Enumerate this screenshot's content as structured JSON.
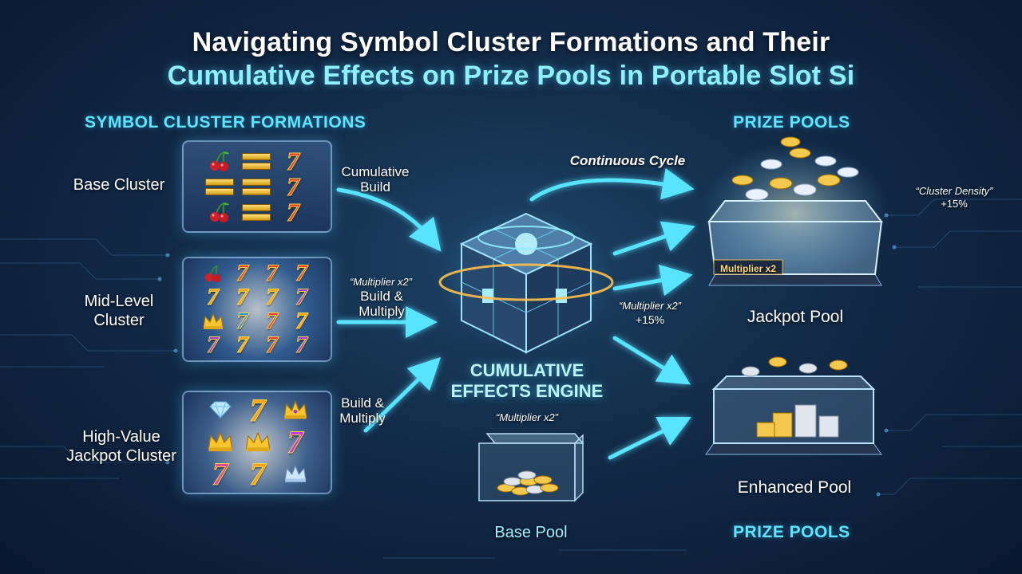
{
  "title": {
    "line1": "Navigating Symbol Cluster Formations and Their",
    "line2": "Cumulative Effects on Prize Pools in Portable Slot Si"
  },
  "left": {
    "heading": "SYMBOL CLUSTER FORMATIONS",
    "clusters": [
      {
        "label": "Base Cluster"
      },
      {
        "label_line1": "Mid-Level",
        "label_line2": "Cluster"
      },
      {
        "label_line1": "High-Value",
        "label_line2": "Jackpot Cluster"
      }
    ]
  },
  "arrows": {
    "cumulative_line1": "Cumulative",
    "cumulative_line2": "Build",
    "multiplier_quote": "“Multiplier x2”",
    "build_multiply_line1": "Build &",
    "build_multiply_line2": "Multiply",
    "build_multiply2_line1": "Build &",
    "build_multiply2_line2": "Multiply",
    "continuous_cycle": "Continuous Cycle",
    "right_multiplier": "“Multiplier x2”",
    "right_pct": "+15%",
    "cluster_density": "“Cluster Density”",
    "density_pct": "+15%"
  },
  "engine": {
    "line1": "CUMULATIVE",
    "line2": "EFFECTS ENGINE"
  },
  "base_pool": {
    "multiplier": "“Multiplier x2”",
    "label": "Base Pool"
  },
  "right": {
    "heading_top": "PRIZE POOLS",
    "jackpot_label": "Jackpot Pool",
    "jackpot_plate": "Multiplier x2",
    "enhanced_label": "Enhanced Pool",
    "heading_bottom": "PRIZE POOLS"
  },
  "colors": {
    "accent": "#5fe6ff",
    "arrow": "#58e4ff",
    "gold": "#ffd54a",
    "red7": "#e63a2a"
  },
  "icons": [
    "cherry-icon",
    "bar-icon",
    "seven-icon",
    "crown-icon",
    "diamond-icon",
    "coin-icon",
    "cube-engine-icon",
    "arrow-icon"
  ]
}
